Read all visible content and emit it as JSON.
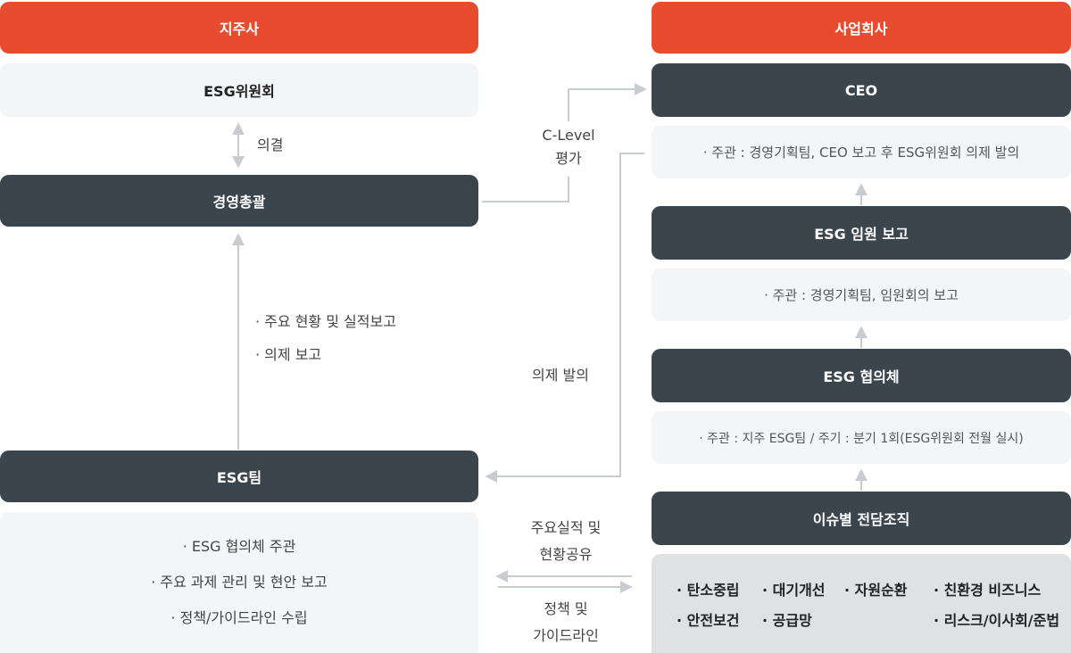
{
  "left": {
    "header": "지주사",
    "committee": "ESG위원회",
    "resolution_label": "의결",
    "management": "경영총괄",
    "report_items": [
      "· 주요 현황 및 실적보고",
      "· 의제 보고"
    ],
    "esg_team": "ESG팀",
    "team_duties": [
      "· ESG 협의체 주관",
      "· 주요 과제 관리 및 현안 보고",
      "· 정책/가이드라인 수립"
    ]
  },
  "middle": {
    "clevel_eval": [
      "C-Level",
      "평가"
    ],
    "agenda_proposal": "의제 발의",
    "share_label": [
      "주요실적 및",
      "현황공유"
    ],
    "policy_label": [
      "정책 및",
      "가이드라인"
    ]
  },
  "right": {
    "header": "사업회사",
    "ceo": "CEO",
    "ceo_note": "· 주관 : 경영기획팀, CEO 보고 후 ESG위원회 의제 발의",
    "exec_report": "ESG 임원 보고",
    "exec_note": "· 주관 : 경영기획팀, 임원회의 보고",
    "council": "ESG 협의체",
    "council_note": "· 주관 : 지주 ESG팀 / 주기 : 분기 1회(ESG위원회 전월 실시)",
    "task_org": "이슈별 전담조직",
    "task_items": [
      "· 탄소중립",
      "· 대기개선",
      "· 자원순환",
      "· 친환경 비즈니스",
      "· 안전보건",
      "· 공급망",
      "",
      "· 리스크/이사회/준법"
    ]
  },
  "colors": {
    "accent": "#e84c2e",
    "dark": "#3a454d",
    "light": "#f4f5f6",
    "grey": "#dfe1e3",
    "line": "#c8ccd0"
  }
}
